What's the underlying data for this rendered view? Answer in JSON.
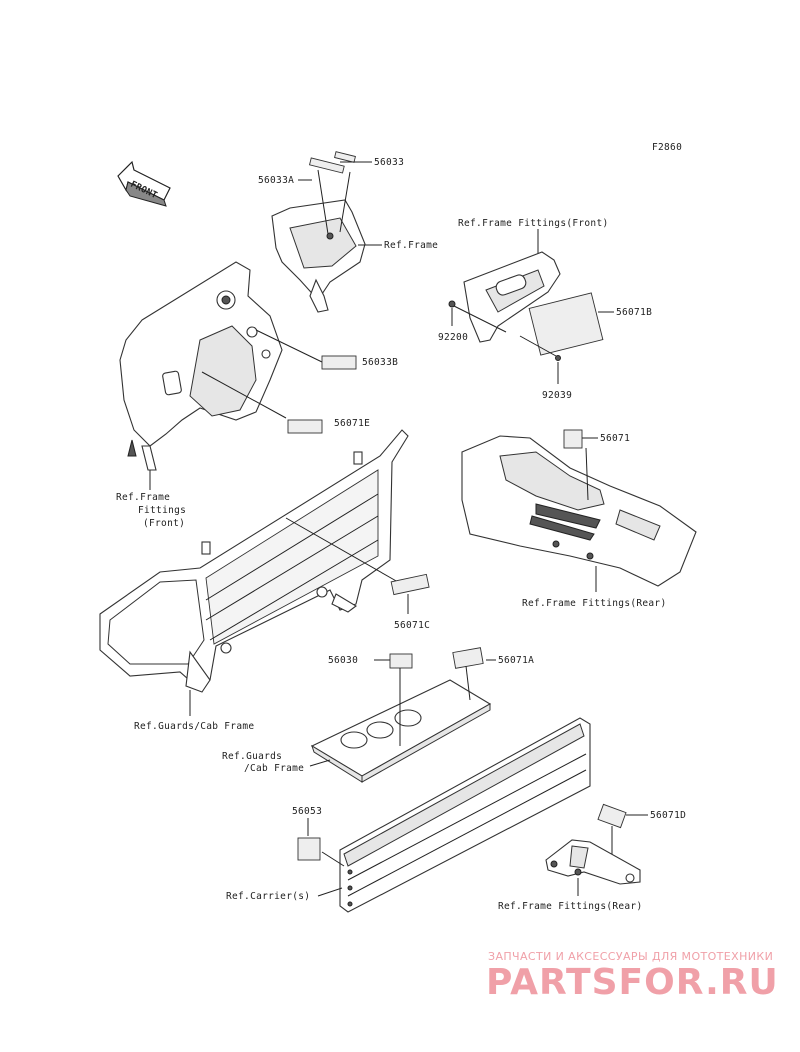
{
  "figure_code": "F2860",
  "front_arrow": "FRONT",
  "parts": {
    "p56033": "56033",
    "p56033A": "56033A",
    "p56033B": "56033B",
    "p56071E": "56071E",
    "p56071C": "56071C",
    "p56071B": "56071B",
    "p92200": "92200",
    "p92039": "92039",
    "p56071": "56071",
    "p56030": "56030",
    "p56071A": "56071A",
    "p56053": "56053",
    "p56071D": "56071D"
  },
  "refs": {
    "frame": "Ref.Frame",
    "frame_fittings_front_l1": "Ref.Frame",
    "frame_fittings_front_l2": "Fittings",
    "frame_fittings_front_l3": "(Front)",
    "frame_fittings_front_inline": "Ref.Frame Fittings(Front)",
    "frame_fittings_rear_1": "Ref.Frame Fittings(Rear)",
    "guards_cab_1": "Ref.Guards/Cab Frame",
    "guards_cab_2_l1": "Ref.Guards",
    "guards_cab_2_l2": "/Cab Frame",
    "carrier": "Ref.Carrier(s)",
    "frame_fittings_rear_2": "Ref.Frame Fittings(Rear)"
  },
  "watermark": {
    "tagline": "ЗАПЧАСТИ И АКСЕССУАРЫ ДЛЯ МОТОТЕХНИКИ",
    "logo": "PARTSFOR.RU"
  }
}
